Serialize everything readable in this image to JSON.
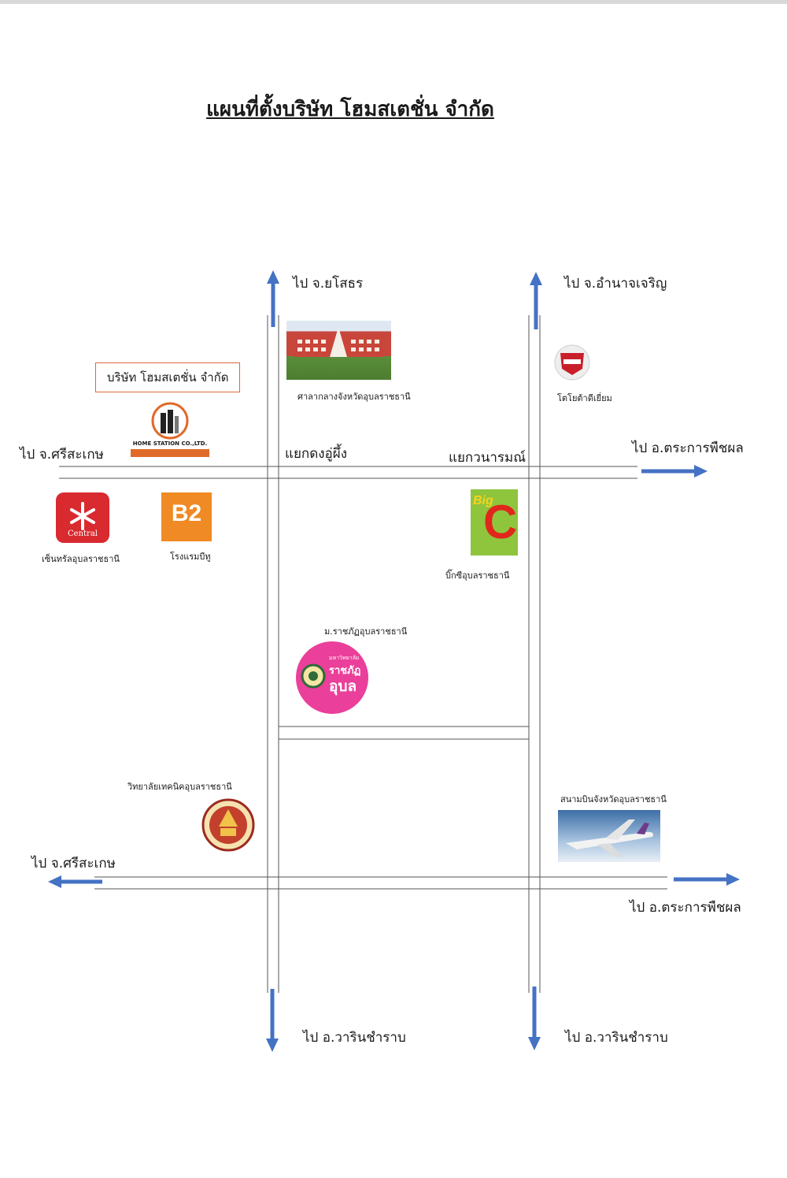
{
  "title": "แผนที่ตั้งบริษัท โฮมสเตชั่น จำกัด",
  "colors": {
    "road": "#555555",
    "arrow": "#4472c4",
    "box_border": "#d9693b"
  },
  "directions": {
    "north_left": "ไป จ.ยโสธร",
    "north_right": "ไป จ.อำนาจเจริญ",
    "west_top": "ไป จ.ศรีสะเกษ",
    "east_top": "ไป อ.ตระการพืชผล",
    "west_bottom": "ไป จ.ศรีสะเกษ",
    "east_bottom": "ไป อ.ตระการพืชผล",
    "south_left": "ไป อ.วารินชำราบ",
    "south_right": "ไป อ.วารินชำราบ"
  },
  "intersections": {
    "left": "แยกดงอู่ผึ้ง",
    "right": "แยกวนารมณ์"
  },
  "company": {
    "name": "บริษัท โฮมสเตชั่น จำกัด",
    "logo_text": "HOME STATION CO.,LTD."
  },
  "landmarks": {
    "city_hall": "ศาลากลางจังหวัดอุบลราชธานี",
    "toyota": "โตโยต้าดีเยี่ยม",
    "central": "เซ็นทรัลอุบลราชธานี",
    "central_logo": "Central",
    "b2": "โรงแรมบีทู",
    "b2_logo": "B2",
    "bigc": "บิ๊กซีอุบลราชธานี",
    "bigc_logo_big": "Big",
    "bigc_logo_c": "C",
    "rajabhat": "ม.ราชภัฏอุบลราชธานี",
    "rajabhat_logo_line1": "มหาวิทยาลัย",
    "rajabhat_logo_line2": "ราชภัฏ",
    "rajabhat_logo_line3": "อุบล",
    "technical": "วิทยาลัยเทคนิคอุบลราชธานี",
    "airport": "สนามบินจังหวัดอุบลราชธานี"
  }
}
